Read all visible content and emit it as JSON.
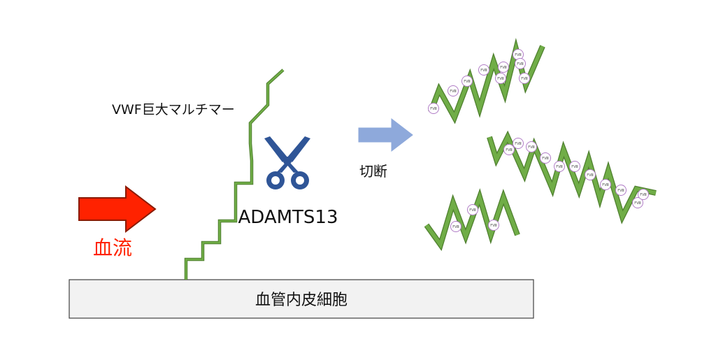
{
  "labels": {
    "vwf": "VWF巨大マルチマー",
    "enzyme": "ADAMTS13",
    "cleavage": "切断",
    "blood_flow": "血流",
    "endothelium": "血管内皮細胞"
  },
  "fragment_markers": [
    "FⅧ",
    "FⅧ",
    "FⅧ",
    "FⅧ",
    "FⅧ",
    "FⅧ",
    "FⅧ",
    "FⅧ",
    "FⅧ",
    "FⅧ",
    "FⅧ",
    "FⅧ",
    "FⅧ",
    "FⅧ",
    "FⅧ",
    "FⅧ",
    "FⅧ",
    "FⅧ",
    "FⅧ",
    "FⅧ",
    "FⅧ",
    "FⅧ",
    "FⅧ"
  ],
  "colors": {
    "vwf_green": "#70ad47",
    "vwf_green_dark": "#4e7f2e",
    "arrow_red": "#ff2200",
    "arrow_red_dark": "#8a1a00",
    "text_red": "#ff2200",
    "arrow_blue": "#8ea9db",
    "scissors_blue": "#2f5597",
    "marker_purple": "#b07cc6",
    "cell_fill": "#f2f2f2",
    "cell_border": "#404040"
  },
  "icons": {
    "scissors": "scissors-icon",
    "flow_arrow": "right-arrow-icon",
    "cleave_arrow": "right-arrow-icon"
  }
}
